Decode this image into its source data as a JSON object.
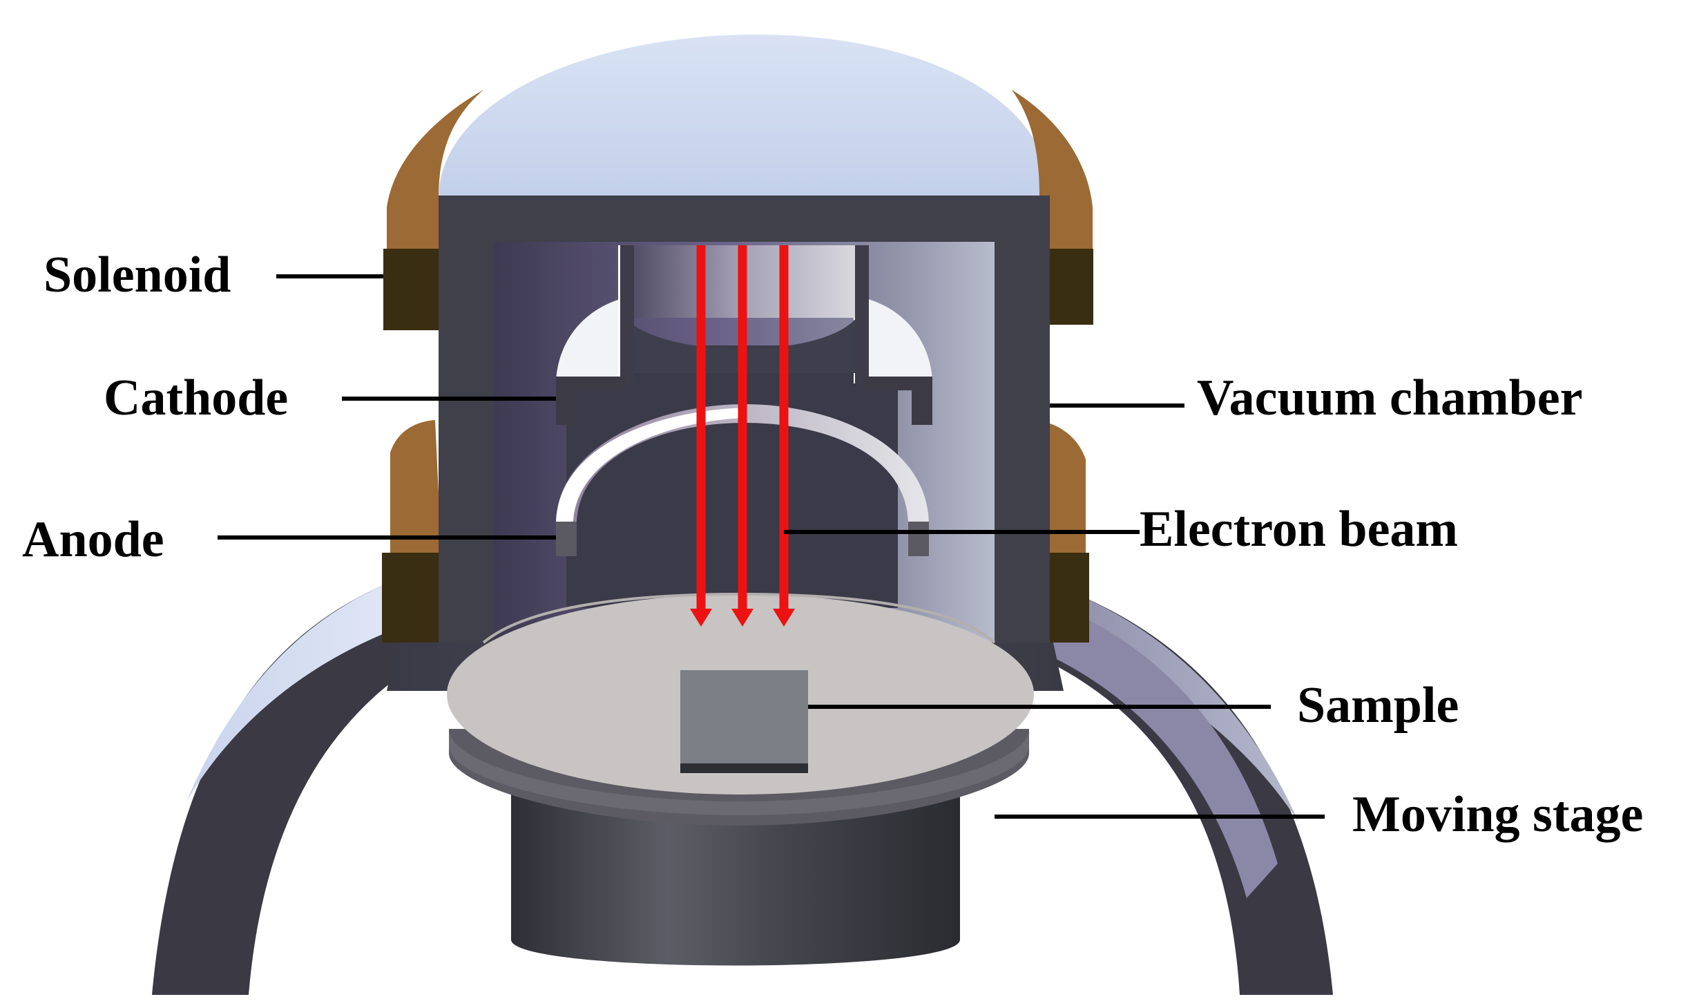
{
  "labels": {
    "solenoid": "Solenoid",
    "cathode": "Cathode",
    "anode": "Anode",
    "vacuum_chamber": "Vacuum chamber",
    "electron_beam": "Electron beam",
    "sample": "Sample",
    "moving_stage": "Moving stage"
  },
  "colors": {
    "chamber_wall": "#3f4049",
    "chamber_inner": "#5b5470",
    "dome": "#c9d6ee",
    "solenoid_top": "#9c6a34",
    "solenoid_band": "#3a2e12",
    "beam": "#ee1111",
    "stage_top": "#c8c4c3",
    "sample": "#7d7f86"
  },
  "beam_count": 3
}
